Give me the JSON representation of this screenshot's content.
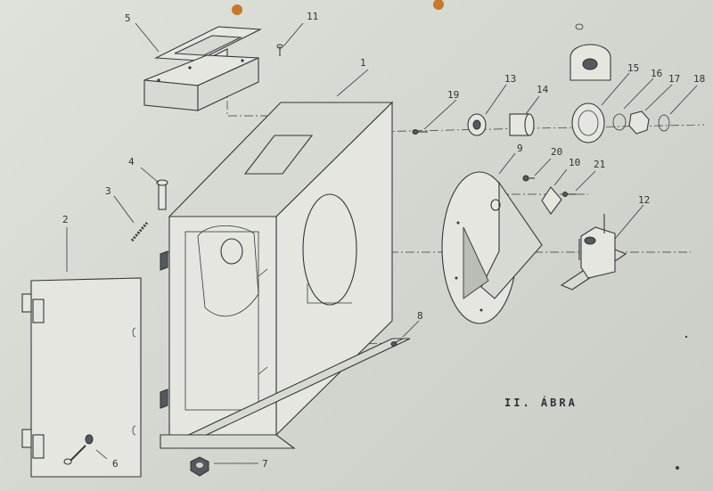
{
  "caption": "II. ÁBRA",
  "parts": [
    {
      "label": "1"
    },
    {
      "label": "2"
    },
    {
      "label": "3"
    },
    {
      "label": "4"
    },
    {
      "label": "5"
    },
    {
      "label": "6"
    },
    {
      "label": "7"
    },
    {
      "label": "8"
    },
    {
      "label": "9"
    },
    {
      "label": "10"
    },
    {
      "label": "11"
    },
    {
      "label": "12"
    },
    {
      "label": "13"
    },
    {
      "label": "14"
    },
    {
      "label": "15"
    },
    {
      "label": "16"
    },
    {
      "label": "17"
    },
    {
      "label": "18"
    },
    {
      "label": "19"
    },
    {
      "label": "20"
    },
    {
      "label": "21"
    }
  ],
  "colors": {
    "paper": "#d8dbd3",
    "ink": "#33373b",
    "punch_hole": "#c8782a"
  }
}
